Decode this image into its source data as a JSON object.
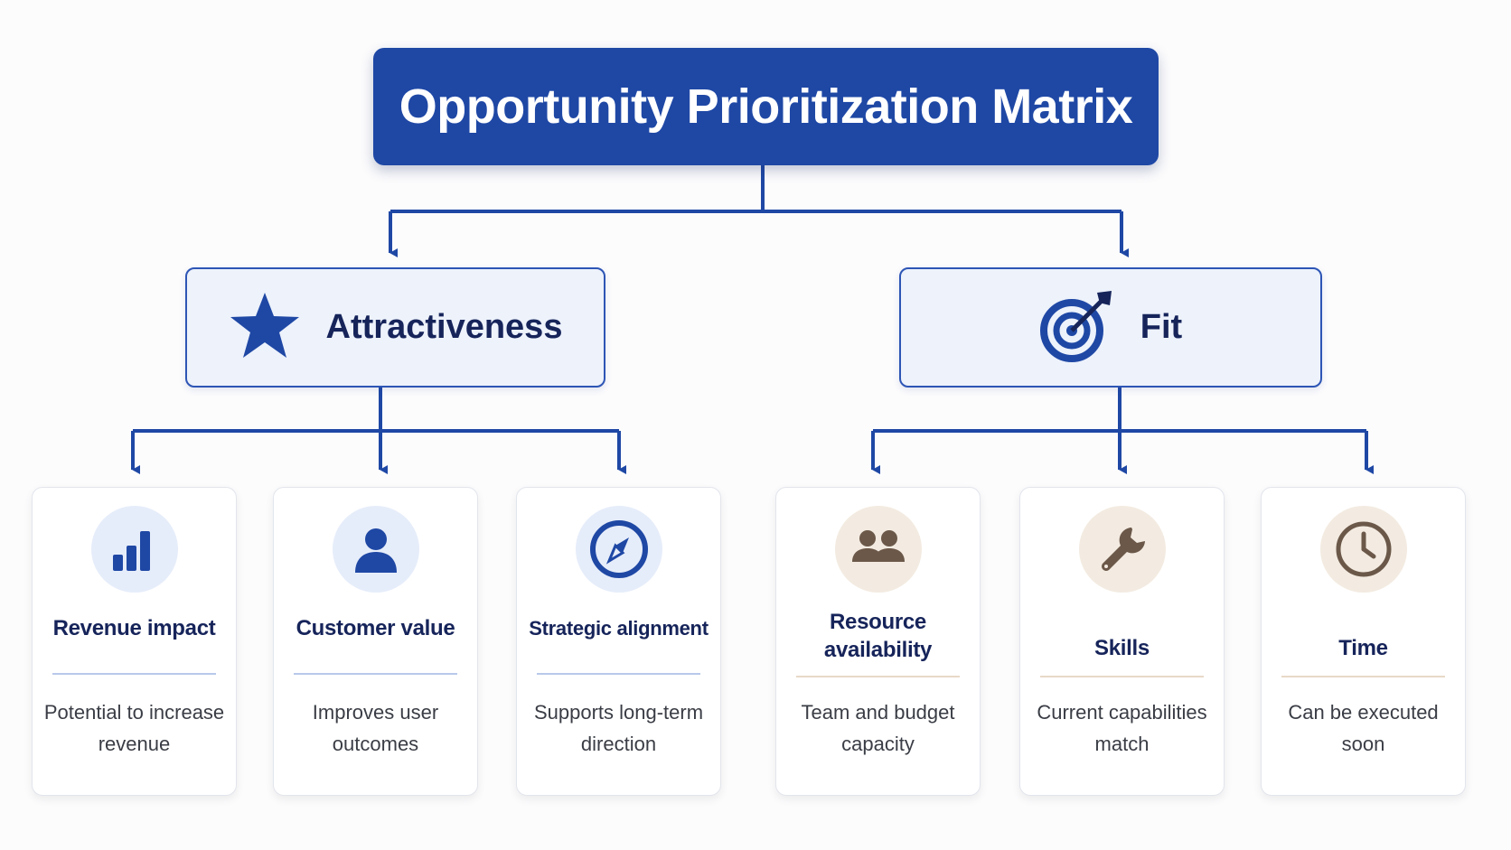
{
  "title": "Opportunity Prioritization Matrix",
  "categories": [
    {
      "label": "Attractiveness",
      "icon": "star-icon"
    },
    {
      "label": "Fit",
      "icon": "target-icon"
    }
  ],
  "criteria": [
    {
      "title": "Revenue impact",
      "description": "Potential to increase revenue",
      "icon": "bar-chart-icon",
      "group": "Attractiveness"
    },
    {
      "title": "Customer value",
      "description": "Improves user outcomes",
      "icon": "user-icon",
      "group": "Attractiveness"
    },
    {
      "title": "Strategic alignment",
      "description": "Supports long-term direction",
      "icon": "compass-icon",
      "group": "Attractiveness"
    },
    {
      "title": "Resource availability",
      "description": "Team and budget capacity",
      "icon": "people-icon",
      "group": "Fit"
    },
    {
      "title": "Skills",
      "description": "Current capabilities match",
      "icon": "wrench-icon",
      "group": "Fit"
    },
    {
      "title": "Time",
      "description": "Can be executed soon",
      "icon": "clock-icon",
      "group": "Fit"
    }
  ],
  "colors": {
    "primary": "#1f48a5",
    "category_bg": "#edf2fb",
    "heading_text": "#16245a",
    "blue_icon_bg": "#e6edfa",
    "tan_icon_bg": "#f3ebe1",
    "brown_icon": "#6b5849"
  }
}
